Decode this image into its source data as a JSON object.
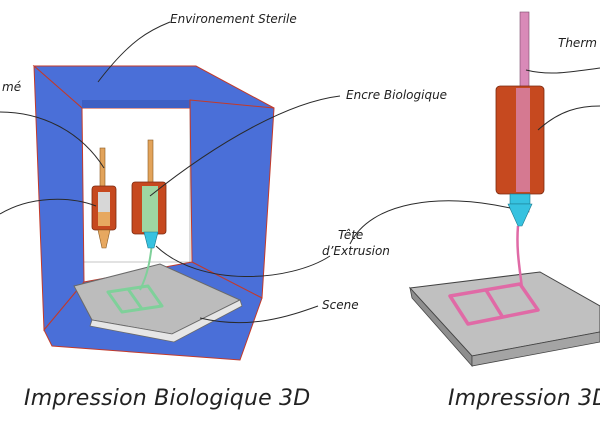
{
  "labels": {
    "environnement": "Environement Sterile",
    "partial_left": "mé",
    "encre": "Encre Biologique",
    "tete_line1": "Tête",
    "tete_line2": "d’Extrusion",
    "scene": "Scene",
    "therm_partial": "Therm"
  },
  "captions": {
    "bio": "Impression Biologique 3D",
    "classic": "Impression 3D"
  },
  "colors": {
    "frame_blue": "#4a6fd8",
    "frame_edge": "#c23a2a",
    "cartridge_red": "#c6491f",
    "ink_green": "#9ed6a2",
    "nozzle_cyan": "#36c2e0",
    "plate_gray": "#b9b9b9",
    "print_green": "#7fd09a",
    "print_pink": "#e06aa6",
    "filament_pink": "#d98ab8"
  }
}
